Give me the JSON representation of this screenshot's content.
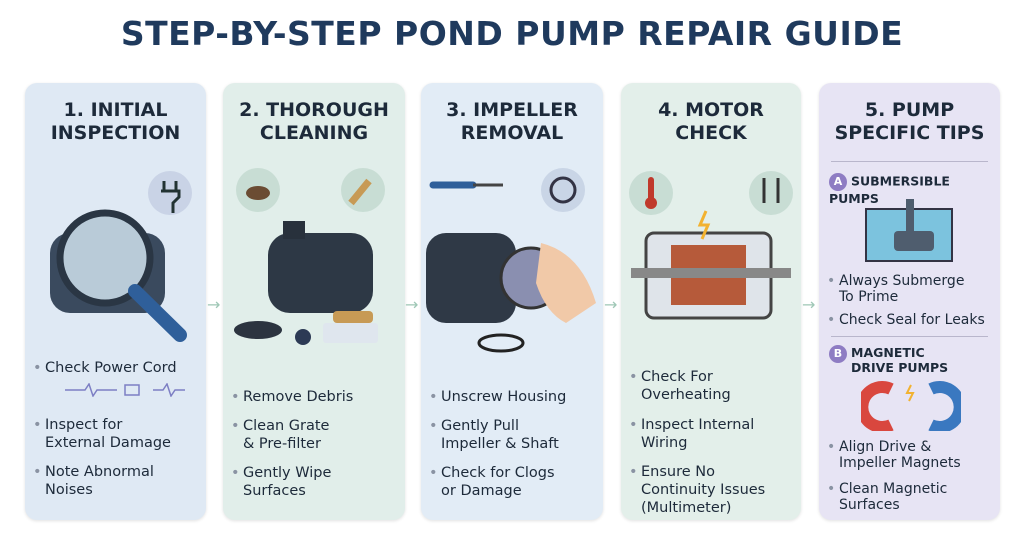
{
  "title": "STEP-BY-STEP POND PUMP REPAIR GUIDE",
  "steps": [
    {
      "heading": "1. INITIAL\nINSPECTION",
      "bullets": [
        "Check Power Cord",
        "Inspect for\nExternal Damage",
        "Note Abnormal\nNoises"
      ]
    },
    {
      "heading": "2. THOROUGH\nCLEANING",
      "bullets": [
        "Remove Debris",
        "Clean Grate\n& Pre-filter",
        "Gently Wipe\nSurfaces"
      ]
    },
    {
      "heading": "3. IMPELLER\nREMOVAL",
      "bullets": [
        "Unscrew Housing",
        "Gently Pull\nImpeller & Shaft",
        "Check for Clogs\nor Damage"
      ]
    },
    {
      "heading": "4. MOTOR\nCHECK",
      "bullets": [
        "Check For\nOverheating",
        "Inspect Internal\nWiring",
        "Ensure No\nContinuity Issues\n(Multimeter)"
      ]
    },
    {
      "heading": "5. PUMP\nSPECIFIC TIPS",
      "sections": [
        {
          "badge": "A",
          "label": "SUBMERSIBLE PUMPS",
          "bullets": [
            "Always Submerge\nTo Prime",
            "Check Seal for Leaks"
          ]
        },
        {
          "badge": "B",
          "label": "MAGNETIC\nDRIVE PUMPS",
          "bullets": [
            "Align Drive &\nImpeller Magnets",
            "Clean Magnetic\nSurfaces"
          ]
        }
      ]
    }
  ],
  "colors": {
    "title": "#1f3a5d",
    "panel1": "#dfe9f4",
    "panel2": "#e1eeea",
    "panel3": "#e2ecf6",
    "panel4": "#e3efea",
    "panel5": "#e7e4f4",
    "accent": "#8e7cc3"
  }
}
